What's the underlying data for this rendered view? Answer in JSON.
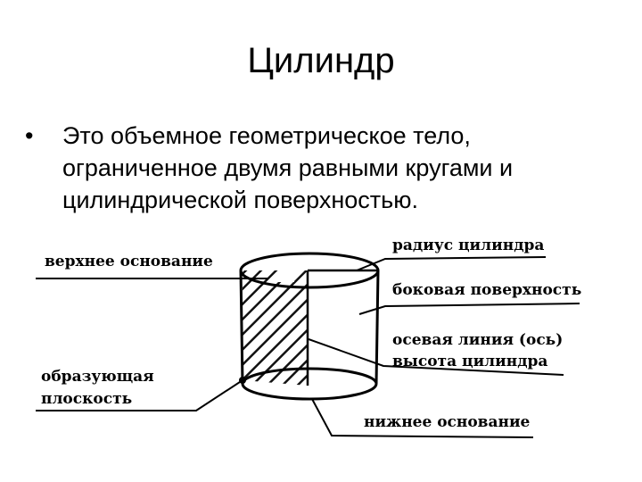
{
  "slide": {
    "title": "Цилиндр",
    "bullet_marker": "•",
    "bullet": "Это объемное геометрическое тело, ограниченное двумя равными кругами и цилиндрической поверхностью."
  },
  "diagram": {
    "labels": {
      "top_base": "верхнее основание",
      "radius": "радиус цилиндра",
      "lateral": "боковая поверхность",
      "axis": "осевая линия (ось)",
      "height": "высота цилиндра",
      "bottom_base": "нижнее основание",
      "generatrix_1": "образующая",
      "generatrix_2": "плоскость"
    }
  }
}
